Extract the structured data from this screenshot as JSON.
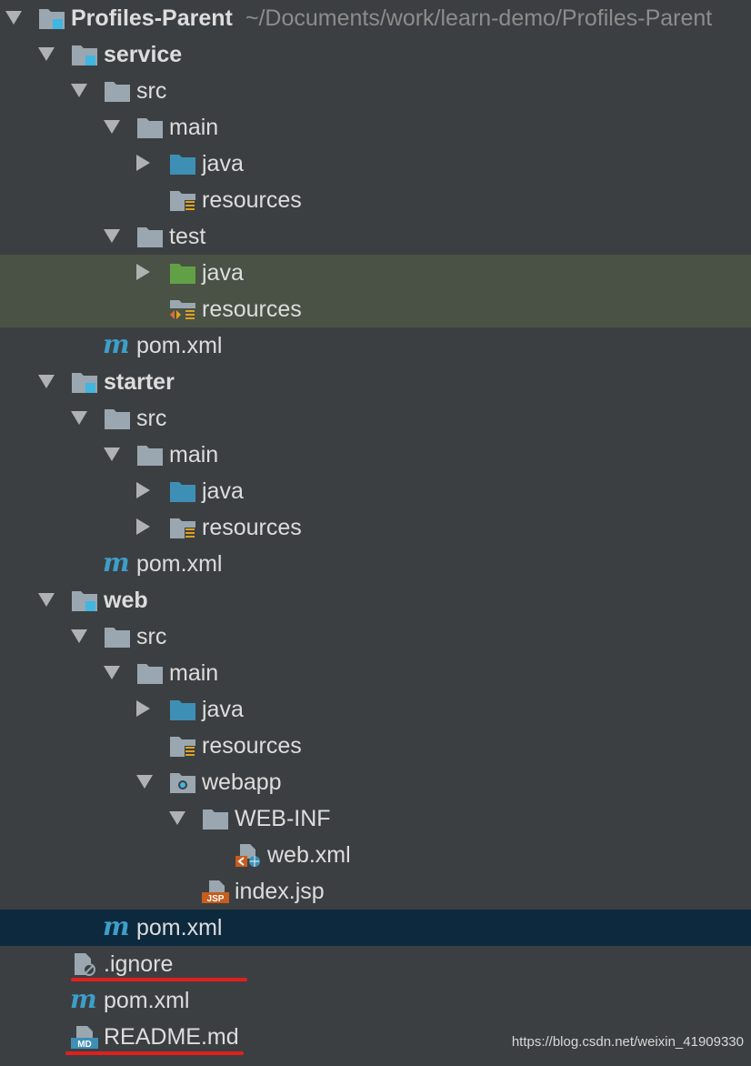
{
  "project": {
    "root_name": "Profiles-Parent",
    "root_path": "~/Documents/work/learn-demo/Profiles-Parent"
  },
  "nodes": {
    "service": "service",
    "service_src": "src",
    "service_main": "main",
    "service_main_java": "java",
    "service_main_resources": "resources",
    "service_test": "test",
    "service_test_java": "java",
    "service_test_resources": "resources",
    "service_pom": "pom.xml",
    "starter": "starter",
    "starter_src": "src",
    "starter_main": "main",
    "starter_main_java": "java",
    "starter_main_resources": "resources",
    "starter_pom": "pom.xml",
    "web": "web",
    "web_src": "src",
    "web_main": "main",
    "web_main_java": "java",
    "web_main_resources": "resources",
    "web_webapp": "webapp",
    "web_webinf": "WEB-INF",
    "web_webxml": "web.xml",
    "web_indexjsp": "index.jsp",
    "web_pom": "pom.xml",
    "root_ignore": ".ignore",
    "root_pom": "pom.xml",
    "root_readme": "README.md"
  },
  "icons": {
    "maven_glyph": "m",
    "jsp_badge": "JSP",
    "md_badge": "MD"
  },
  "colors": {
    "background": "#3c3f41",
    "selected_green": "#4a5246",
    "selected_blue": "#0d293e",
    "folder_gray": "#9aa7b0",
    "folder_blue": "#3d8fb5",
    "folder_green": "#62a046",
    "maven_blue": "#3d9fc9",
    "underline_red": "#e0201d"
  },
  "watermark": "https://blog.csdn.net/weixin_41909330"
}
